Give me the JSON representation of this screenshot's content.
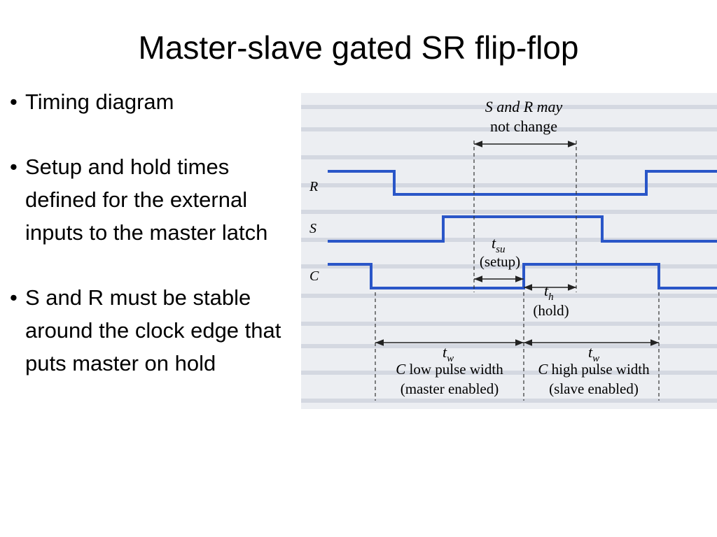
{
  "title": "Master-slave gated SR flip-flop",
  "bullets": [
    "Timing diagram",
    "Setup and hold times defined for the external inputs to the master latch",
    "S and R must be stable around the clock edge that puts master on hold"
  ],
  "bullet_marker": "•",
  "figure": {
    "colors": {
      "signal": "#2a56c8",
      "background": "#eceef2",
      "ghost_text": "#c5cad6"
    },
    "signals": {
      "R": "R",
      "S": "S",
      "C": "C"
    },
    "annotations": {
      "no_change_line1": "S and R may",
      "no_change_line2": "not change",
      "t_su_symbol": "t",
      "t_su_sub": "su",
      "t_su_label": "(setup)",
      "t_h_symbol": "t",
      "t_h_sub": "h",
      "t_h_label": "(hold)",
      "t_w_symbol": "t",
      "t_w_sub": "w",
      "low_pulse_c": "C",
      "low_pulse_line1": " low pulse width",
      "low_pulse_line2": "(master enabled)",
      "high_pulse_c": "C",
      "high_pulse_line1": " high pulse width",
      "high_pulse_line2": "(slave enabled)"
    }
  }
}
